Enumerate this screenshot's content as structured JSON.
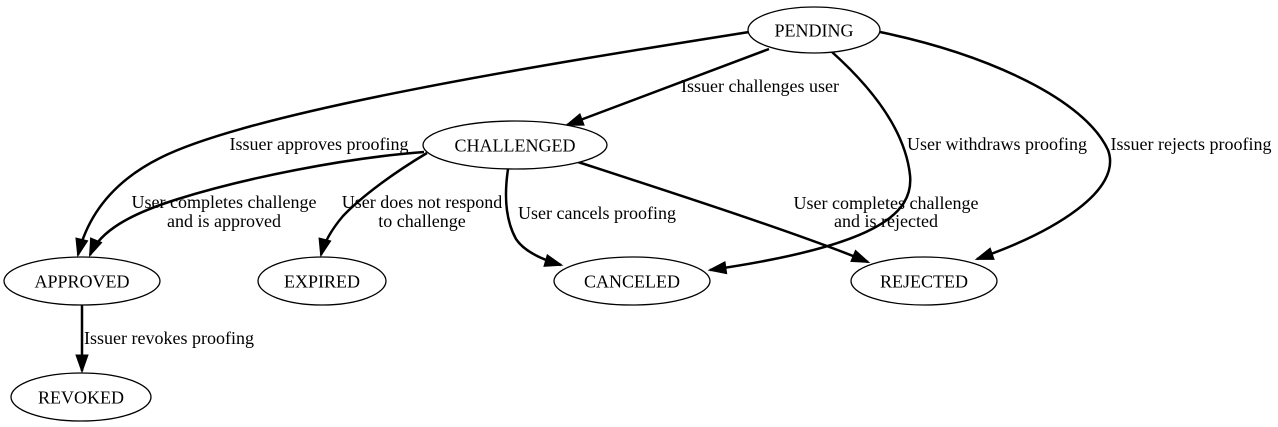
{
  "diagram": {
    "type": "state-transition-graph",
    "colors": {
      "background": "#ffffff",
      "stroke": "#000000",
      "text": "#000000",
      "node_fill": "#ffffff"
    },
    "nodes": [
      {
        "id": "pending",
        "label": "PENDING"
      },
      {
        "id": "challenged",
        "label": "CHALLENGED"
      },
      {
        "id": "approved",
        "label": "APPROVED"
      },
      {
        "id": "expired",
        "label": "EXPIRED"
      },
      {
        "id": "canceled",
        "label": "CANCELED"
      },
      {
        "id": "rejected",
        "label": "REJECTED"
      },
      {
        "id": "revoked",
        "label": "REVOKED"
      }
    ],
    "edges": [
      {
        "from": "PENDING",
        "to": "CHALLENGED",
        "label_lines": [
          "Issuer challenges user"
        ]
      },
      {
        "from": "PENDING",
        "to": "APPROVED",
        "label_lines": [
          "Issuer approves proofing"
        ]
      },
      {
        "from": "PENDING",
        "to": "CANCELED",
        "label_lines": [
          "User withdraws proofing"
        ]
      },
      {
        "from": "PENDING",
        "to": "REJECTED",
        "label_lines": [
          "Issuer rejects proofing"
        ]
      },
      {
        "from": "CHALLENGED",
        "to": "APPROVED",
        "label_lines": [
          "User completes challenge",
          "and is approved"
        ]
      },
      {
        "from": "CHALLENGED",
        "to": "EXPIRED",
        "label_lines": [
          "User does not respond",
          "to challenge"
        ]
      },
      {
        "from": "CHALLENGED",
        "to": "CANCELED",
        "label_lines": [
          "User cancels proofing"
        ]
      },
      {
        "from": "CHALLENGED",
        "to": "REJECTED",
        "label_lines": [
          "User completes challenge",
          "and is rejected"
        ]
      },
      {
        "from": "APPROVED",
        "to": "REVOKED",
        "label_lines": [
          "Issuer revokes proofing"
        ]
      }
    ]
  }
}
